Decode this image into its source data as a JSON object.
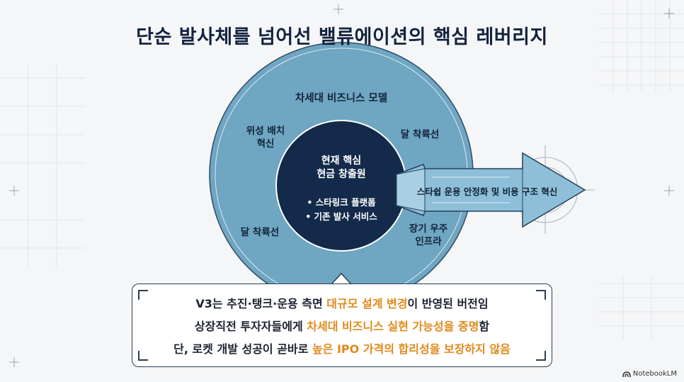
{
  "title": "단순 발사체를 넘어선 밸류에이션의 핵심 레버리지",
  "outer_ring": {
    "top_label": "차세대 비즈니스 모델",
    "segments": [
      "위성 배치\n혁신",
      "달 착륙선",
      "달 착륙선",
      "장기 우주\n인프라"
    ]
  },
  "core": {
    "title": "현재 핵심\n현금 창출원",
    "bullets": [
      "• 스타링크 플랫폼",
      "• 기존 발사 서비스"
    ]
  },
  "arrow": {
    "label": "스타쉽 운용 안정화 및 비용 구조 혁신"
  },
  "callout": {
    "line1": {
      "pre": "V3는 추진·탱크·운용 측면 ",
      "hl": "대규모 설계 변경",
      "post": "이 반영된 버전임"
    },
    "line2": {
      "pre": "상장직전 투자자들에게 ",
      "hl": "차세대 비즈니스 실현 가능성을 증명",
      "post": "함"
    },
    "line3": {
      "pre": "단, 로켓 개발 성공이 곧바로 ",
      "hl": "높은 IPO 가격의 합리성을 보장하지 않음",
      "post": ""
    }
  },
  "brand": "NotebookLM",
  "colors": {
    "ring": "#6fa6c2",
    "core": "#132a4a",
    "arrow": "#8ebfd8",
    "highlight": "#e08a1c",
    "title": "#13233f"
  }
}
